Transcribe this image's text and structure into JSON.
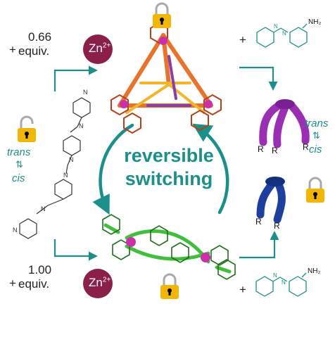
{
  "top_reagent": {
    "plus": "+",
    "amount": "0.66",
    "unit": "equiv.",
    "ion": "Zn",
    "charge": "2+"
  },
  "bottom_reagent": {
    "plus": "+",
    "amount": "1.00",
    "unit": "equiv.",
    "ion": "Zn",
    "charge": "2+"
  },
  "left_equilibrium": {
    "top": "trans",
    "bottom": "cis",
    "arrows": "⇅"
  },
  "right_equilibrium": {
    "top": "trans",
    "bottom": "cis",
    "arrows": "⇅"
  },
  "center_label": {
    "line1": "reversible",
    "line2": "switching"
  },
  "azo_top": {
    "plus": "+",
    "amine": "NH₂"
  },
  "azo_bottom": {
    "plus": "+",
    "amine": "NH₂"
  },
  "substituent": "R",
  "colors": {
    "teal": "#1b8f8a",
    "zinc_badge": "#8a1f4a",
    "cage_orange": "#e8732a",
    "cage_purple": "#8b3fa0",
    "helicate_green": "#3fbf3a",
    "magenta_ion": "#cc2fa8",
    "lock_gold": "#f2b705",
    "tripod_purple": "#9a2fb3",
    "dimer_blue": "#1f3f9e"
  },
  "icons": [
    "lock-open-icon",
    "lock-closed-icon"
  ]
}
